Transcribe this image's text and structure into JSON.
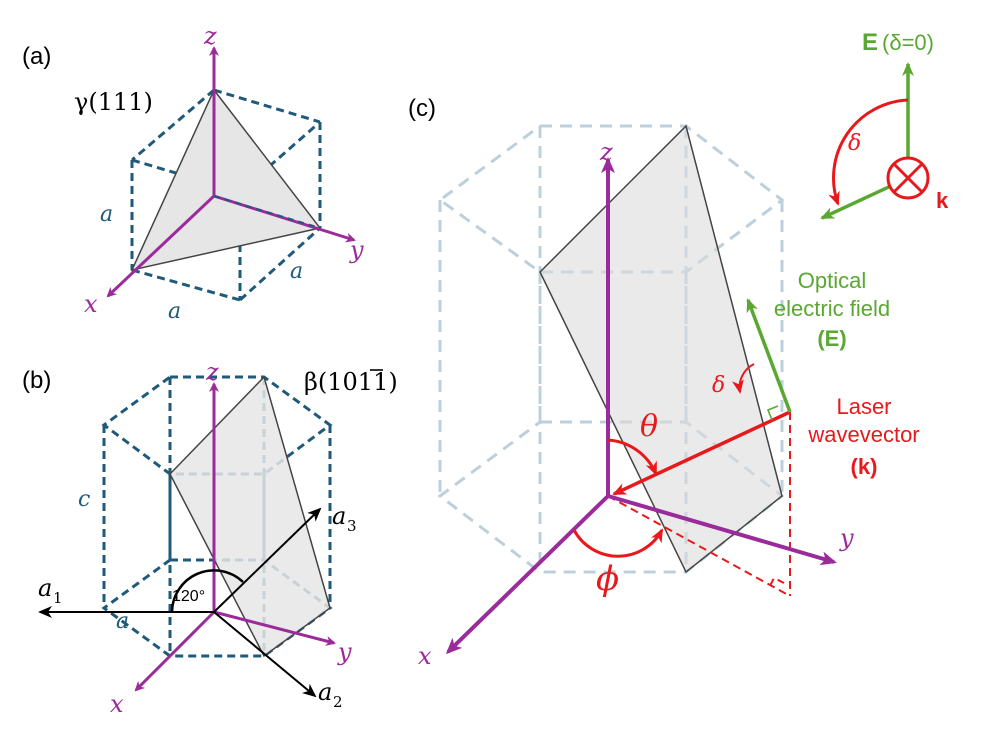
{
  "colors": {
    "axis": "#9b2a9b",
    "edge": "#1f5a7a",
    "ghost": "#bcd0dc",
    "plane_fill": "#e6e6e6",
    "plane_edge": "#444444",
    "laser": "#e8191c",
    "field": "#5aa832",
    "black": "#000000"
  },
  "panel_a": {
    "label": "(a)",
    "plane_label": "γ(111)",
    "axis_x": "x",
    "axis_y": "y",
    "axis_z": "z",
    "edge_label_left": "a",
    "edge_label_front": "a",
    "edge_label_right": "a"
  },
  "panel_b": {
    "label": "(b)",
    "plane_label": "β(1011)",
    "plane_label_pre": "β(10",
    "plane_label_bar": "1",
    "plane_label_post": "1)",
    "axis_x": "x",
    "axis_y": "y",
    "axis_z": "z",
    "edge_c": "c",
    "edge_a": "a",
    "a1_main": "a",
    "a1_sub": "1",
    "a2_main": "a",
    "a2_sub": "2",
    "a3_main": "a",
    "a3_sub": "3",
    "angle_label": "120°"
  },
  "panel_c": {
    "label": "(c)",
    "axis_x": "x",
    "axis_y": "y",
    "axis_z": "z",
    "theta": "θ",
    "phi": "ϕ",
    "delta": "δ",
    "field_line1": "Optical",
    "field_line2": "electric field",
    "field_line3": "(E)",
    "laser_line1": "Laser",
    "laser_line2": "wavevector",
    "laser_line3": "(k)"
  },
  "inset": {
    "e_bold": "E",
    "e_paren": "(δ=0)",
    "delta": "δ",
    "k_label": "k"
  }
}
